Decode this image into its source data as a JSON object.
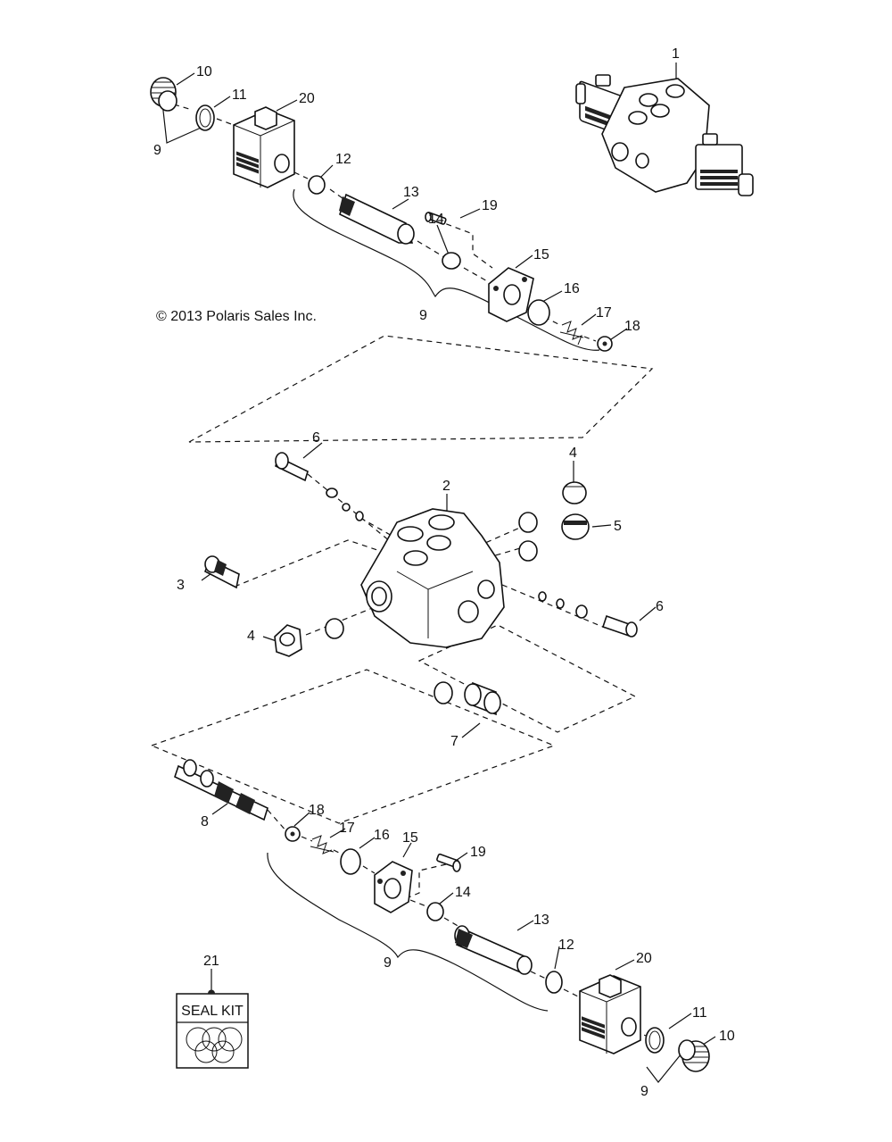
{
  "copyright": "© 2013 Polaris Sales Inc.",
  "seal_kit": {
    "callout": "21",
    "label": "SEAL KIT"
  },
  "callouts": {
    "c1": "1",
    "c2": "2",
    "c3": "3",
    "c4a": "4",
    "c4b": "4",
    "c5": "5",
    "c6a": "6",
    "c6b": "6",
    "c7": "7",
    "c8": "8",
    "c9a": "9",
    "c9b": "9",
    "c9c": "9",
    "c9d": "9",
    "c10a": "10",
    "c10b": "10",
    "c11a": "11",
    "c11b": "11",
    "c12a": "12",
    "c12b": "12",
    "c13a": "13",
    "c13b": "13",
    "c14a": "14",
    "c14b": "14",
    "c15a": "15",
    "c15b": "15",
    "c16a": "16",
    "c16b": "16",
    "c17a": "17",
    "c17b": "17",
    "c18a": "18",
    "c18b": "18",
    "c19a": "19",
    "c19b": "19",
    "c20a": "20",
    "c20b": "20"
  }
}
